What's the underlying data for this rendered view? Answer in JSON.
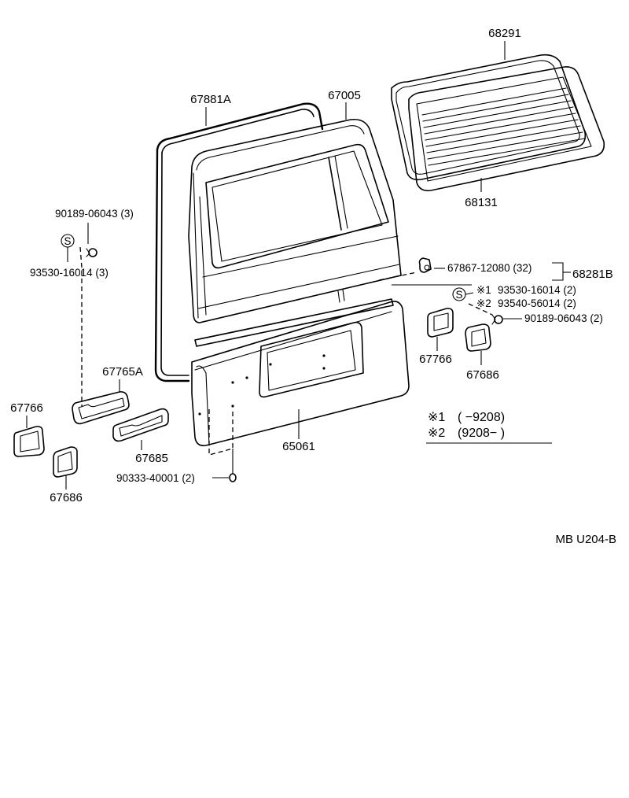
{
  "diagram_id": "MB U204-B",
  "parts": {
    "window_weatherstrip": "68291",
    "window_glass": "68131",
    "door_weatherstrip": "67881A",
    "back_door_panel": "67005",
    "lower_panel": "65061",
    "screw_left": "90189-06043 (3)",
    "nut_left": "93530-16014 (3)",
    "pad_left_a": "67765A",
    "pad_left_b": "67766",
    "pad_left_c": "67685",
    "pad_left_d": "67686",
    "plug_bottom": "90333-40001 (2)",
    "clip": "67867-12080 (32)",
    "molding_set": "68281B",
    "nut_right_1": "93530-16014 (2)",
    "nut_right_2": "93540-56014 (2)",
    "screw_right": "90189-06043 (2)",
    "pad_right_a": "67766",
    "pad_right_b": "67686"
  },
  "marks": {
    "star1": "※1",
    "star2": "※2",
    "s_symbol": "S"
  },
  "notes": {
    "line1_mark": "※1",
    "line1_range": "(      −9208)",
    "line2_mark": "※2",
    "line2_range": "(9208−       )"
  }
}
